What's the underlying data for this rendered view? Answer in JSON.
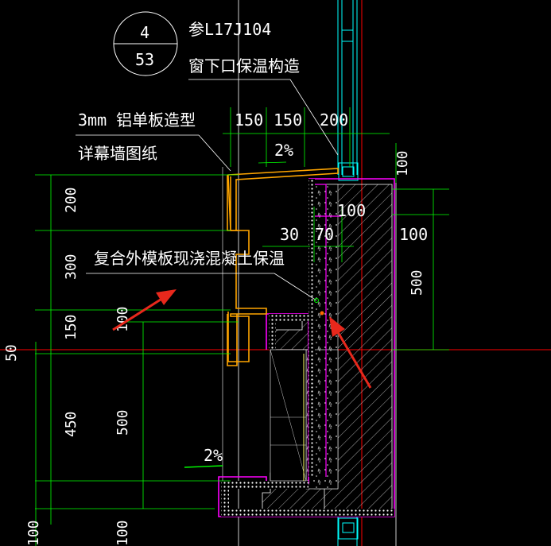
{
  "callout": {
    "detail_number": "4",
    "sheet_number": "53",
    "reference": "参L17J104",
    "description": "窗下口保温构造"
  },
  "notes": {
    "panel_line1": "3mm  铝单板造型",
    "panel_line2": "详幕墙图纸",
    "insulation": "复合外模板现浇混凝土保温"
  },
  "dims": {
    "top_150a": "150",
    "top_150b": "150",
    "top_200": "200",
    "slope_top": "2%",
    "slope_bottom": "2%",
    "left_200": "200",
    "left_300": "300",
    "left_150": "150",
    "left_450": "450",
    "left_50": "50",
    "left_100": "100",
    "mid_100": "100",
    "mid_30": "30",
    "mid_70": "70",
    "right_100": "100",
    "right_500": "500",
    "right_100_top": "100",
    "inner_100": "100",
    "inner_500": "500",
    "inner_100_bottom": "100"
  },
  "colors": {
    "background": "#000000",
    "dimension": "#00ff00",
    "panel": "#ffa500",
    "magenta": "#ff00ff",
    "text": "#ffffff",
    "window": "#00ffff",
    "axis": "#ff0000",
    "arrow": "#e8281c"
  }
}
